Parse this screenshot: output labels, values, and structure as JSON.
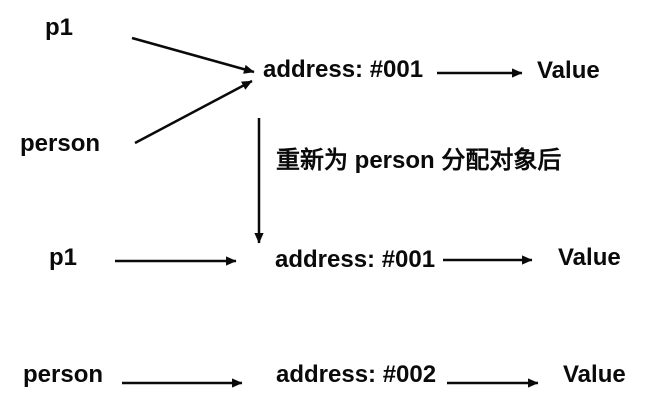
{
  "diagram_title": "pointer reassignment diagram",
  "colors": {
    "background": "#ffffff",
    "text": "#0a0a0a",
    "arrow": "#0a0a0a"
  },
  "labels": {
    "before_p1": "p1",
    "before_person": "person",
    "before_address": "address: #001",
    "before_value": "Value",
    "annotation": "重新为 person 分配对象后",
    "after_p1": "p1",
    "after_p1_address": "address: #001",
    "after_p1_value": "Value",
    "after_person": "person",
    "after_person_address": "address: #002",
    "after_person_value": "Value"
  },
  "edges": [
    {
      "from": "p1 (before)",
      "to": "address: #001 (before)"
    },
    {
      "from": "person (before)",
      "to": "address: #001 (before)"
    },
    {
      "from": "address: #001 (before)",
      "to": "Value (before)"
    },
    {
      "from": "address: #001 (before)",
      "to": "address: #001 (after)",
      "label": "重新为 person 分配对象后"
    },
    {
      "from": "p1 (after)",
      "to": "address: #001 (after)"
    },
    {
      "from": "address: #001 (after)",
      "to": "Value (after p1)"
    },
    {
      "from": "person (after)",
      "to": "address: #002 (after)"
    },
    {
      "from": "address: #002 (after)",
      "to": "Value (after person)"
    }
  ]
}
